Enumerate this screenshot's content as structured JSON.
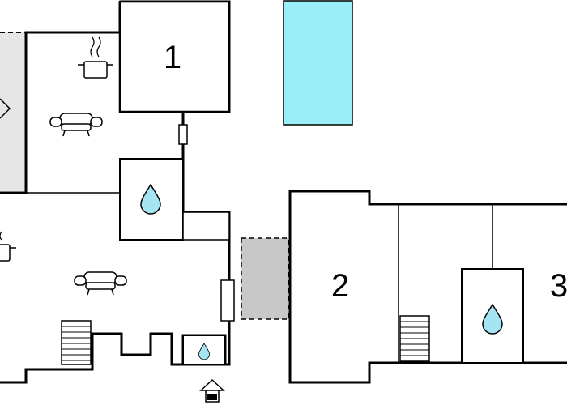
{
  "rooms": {
    "room_1": "1",
    "room_2": "2",
    "room_3": "3"
  },
  "colors": {
    "wall": "#000000",
    "pool": "#99eef7",
    "terrace": "#c8c8c8",
    "carport": "#e6e6e6",
    "water_drop": "#a4e4f3"
  },
  "icons": [
    "cooking-pot-icon",
    "sofa-icon",
    "water-drop-icon",
    "stairs-icon",
    "entrance-arrow-icon"
  ]
}
